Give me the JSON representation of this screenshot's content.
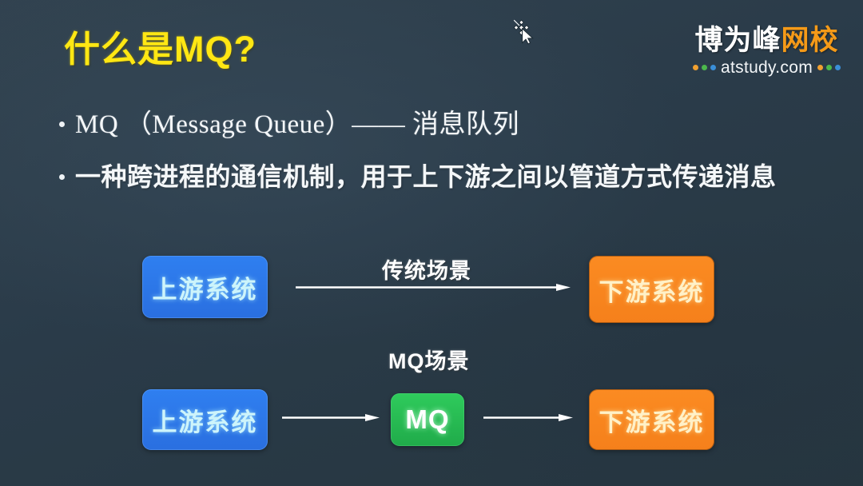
{
  "slide": {
    "title": "什么是MQ?",
    "background_color": "#2a3b49",
    "title_color": "#ffe713"
  },
  "logo": {
    "brand_white": "博为峰",
    "brand_orange": "网校",
    "domain": "atstudy.com",
    "dot_colors": [
      "#f0a030",
      "#4cb84c",
      "#3a8fd8"
    ]
  },
  "bullets": [
    {
      "text": "MQ （Message Queue）—— 消息队列"
    },
    {
      "text": "一种跨进程的通信机制，用于上下游之间以管道方式传递消息"
    }
  ],
  "diagram": {
    "row_traditional": {
      "label": "传统场景",
      "source_box": "上游系统",
      "target_box": "下游系统",
      "source_color": "#2f7ff0",
      "target_color": "#f5801b"
    },
    "row_mq": {
      "label": "MQ场景",
      "source_box": "上游系统",
      "middle_box": "MQ",
      "target_box": "下游系统",
      "middle_color": "#20ab4a"
    }
  },
  "cursor": {
    "type": "move-cursor"
  }
}
